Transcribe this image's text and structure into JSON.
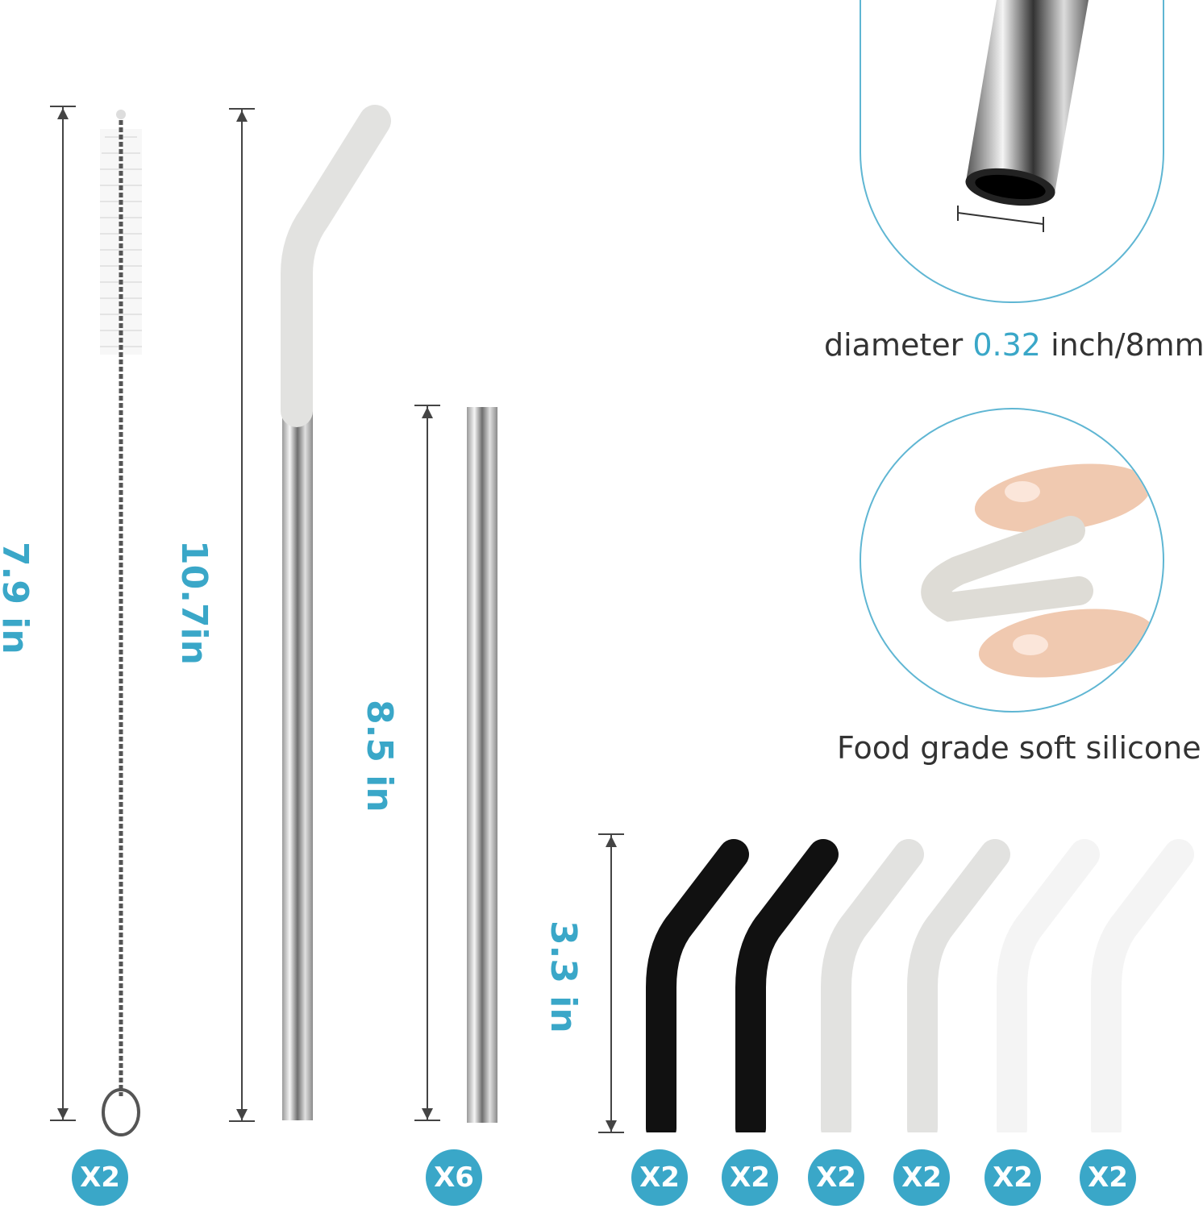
{
  "dimensions": {
    "brush": "7.9 in",
    "bent_straw": "10.7in",
    "straight_straw": "8.5 in",
    "tip": "3.3 in"
  },
  "quantities": {
    "brush": "X2",
    "straws": "X6",
    "tips": [
      "X2",
      "X2",
      "X2",
      "X2",
      "X2",
      "X2"
    ]
  },
  "diameter_caption": {
    "prefix": "diameter",
    "value": "0.32",
    "suffix": "inch/8mm"
  },
  "silicone_caption": "Food grade soft silicone",
  "colors": {
    "accent": "#3aa7c8",
    "tip_black": "#111111",
    "tip_grey": "#e2e2e0",
    "tip_white": "#fafafa"
  },
  "icons": [
    "cleaning-brush-icon",
    "bent-straw-icon",
    "straight-straw-icon",
    "silicone-tip-icon"
  ]
}
